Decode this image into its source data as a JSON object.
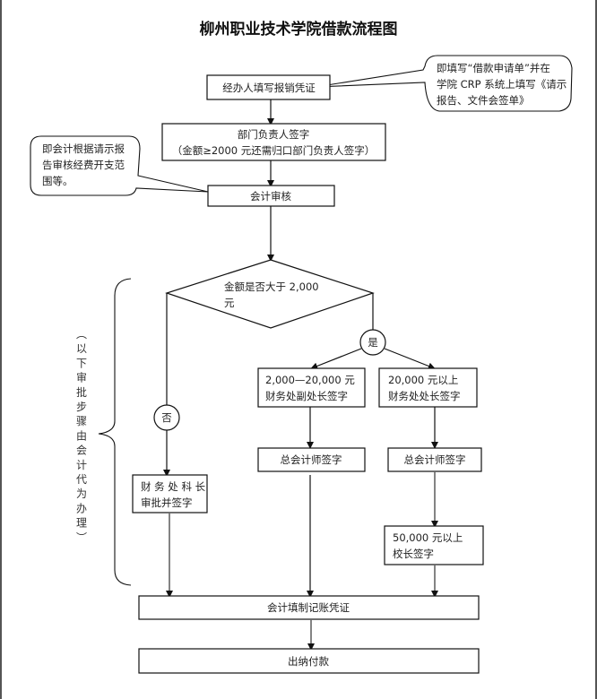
{
  "title": "柳州职业技术学院借款流程图",
  "nodes": {
    "fill_voucher": "经办人填写报销凭证",
    "dept_sign_line1": "部门负责人签字",
    "dept_sign_line2": "（金额≥2000 元还需归口部门负责人签字）",
    "accounting_review": "会计审核",
    "decision_line1": "金额是否大于  2,000",
    "decision_line2": "元",
    "yes_label": "是",
    "no_label": "否",
    "deputy_director_line1": "2,000—20,000 元",
    "deputy_director_line2": "财务处副处长签字",
    "director_line1": "20,000 元以上",
    "director_line2": "财务处处长签字",
    "chief_accountant_left": "总会计师签字",
    "chief_accountant_right": "总会计师签字",
    "section_chief_line1": "财 务 处 科 长",
    "section_chief_line2": "审批并签字",
    "president_line1": "50,000 元以上",
    "president_line2": "校长签字",
    "bookkeeping": "会计填制记账凭证",
    "cashier_payment": "出纳付款"
  },
  "callouts": {
    "top_right": [
      "即填写“借款申请单”并在",
      "学院 CRP 系统上填写《请示",
      "报告、文件会签单》"
    ],
    "left": [
      "即会计根据请示报",
      "告审核经费开支范",
      "围等。"
    ]
  },
  "side_note": [
    "︵",
    "以",
    "下",
    "审",
    "批",
    "步",
    "骤",
    "由",
    "会",
    "计",
    "代",
    "为",
    "办",
    "理",
    "︶"
  ]
}
